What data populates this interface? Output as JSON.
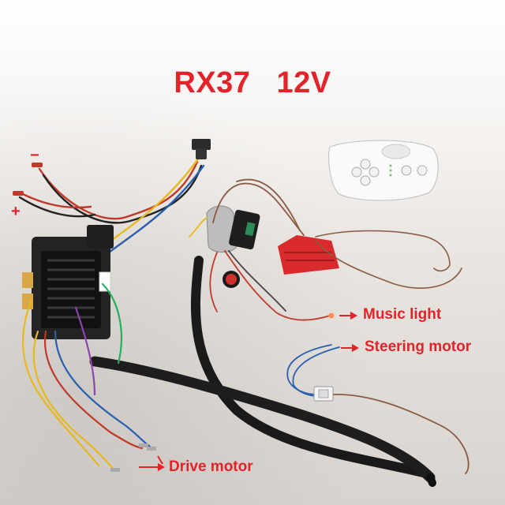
{
  "title": "RX37   12V",
  "colors": {
    "title": "#e3232a",
    "labels": "#e3232a",
    "arrows": "#e3232a",
    "polarity": "#e3232a",
    "background": "#ffffff"
  },
  "polarity": {
    "negative": "−",
    "positive": "+"
  },
  "labels": {
    "music_light": "Music light",
    "steering_motor": "Steering motor",
    "drive_motor": "Drive motor"
  }
}
